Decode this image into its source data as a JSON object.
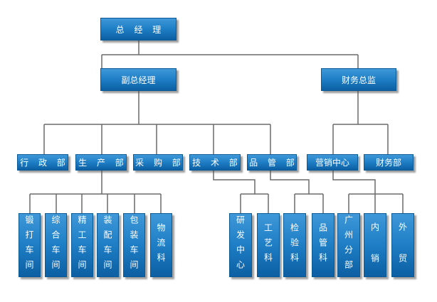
{
  "org": {
    "ceo": "总 经 理",
    "vice_gm": "副总经理",
    "finance_director": "财务总监",
    "departments": {
      "admin": "行 政 部",
      "production": "生 产 部",
      "purchasing": "采 购 部",
      "technology": "技 术 部",
      "quality": "品 管 部",
      "marketing": "营销中心",
      "finance": "财务部"
    },
    "units": {
      "forging": "锻打车间",
      "general": "综合车间",
      "finishing": "精工车间",
      "assembly": "装配车间",
      "packaging": "包装车间",
      "logistics": "物流科",
      "rd_center": "研发中心",
      "process": "工艺科",
      "inspection": "检验科",
      "quality_control": "品管科",
      "guangzhou_branch": "广州分部",
      "domestic_sales": "内 销",
      "foreign_trade": "外 贸"
    }
  }
}
